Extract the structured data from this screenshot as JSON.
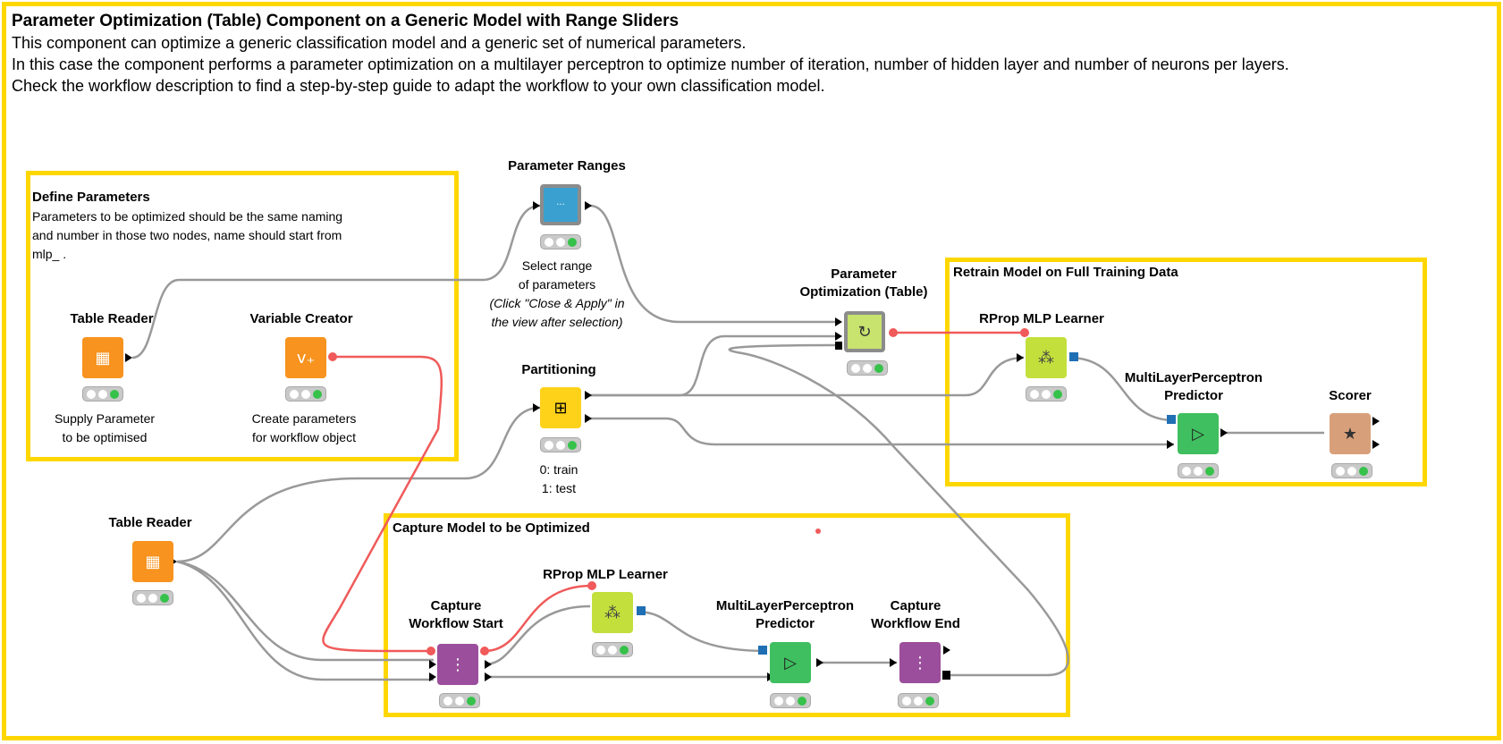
{
  "header": {
    "title": "Parameter Optimization (Table) Component on a Generic Model with Range Sliders",
    "line1": "This component can optimize a generic classification model and a generic set of numerical parameters.",
    "line2": "In this case the component performs a parameter optimization on a multilayer perceptron to optimize number of iteration, number of hidden layer and number of neurons per layers.",
    "line3": "Check the workflow description to find a step-by-step guide to adapt the workflow to your own classification model."
  },
  "annotations": {
    "define": {
      "title": "Define Parameters",
      "text1": "Parameters to be optimized should be the same naming",
      "text2": "and number in those two nodes, name should start from",
      "text3": "mlp_ ."
    },
    "retrain": {
      "title": "Retrain Model on Full Training Data"
    },
    "capture": {
      "title": "Capture Model to be Optimized"
    }
  },
  "nodes": {
    "table_reader_1": {
      "label": "Table Reader",
      "desc1": "Supply  Parameter",
      "desc2": "to be optimised",
      "icon": "table-reader-icon"
    },
    "variable_creator": {
      "label": "Variable Creator",
      "desc1": "Create parameters",
      "desc2": "for workflow object",
      "icon": "variable-creator-icon"
    },
    "parameter_ranges": {
      "label": "Parameter Ranges",
      "desc1": "Select range",
      "desc2": "of parameters",
      "desc3": "(Click \"Close & Apply\" in",
      "desc4": "the view after selection)",
      "icon": "widget-icon"
    },
    "partitioning": {
      "label": "Partitioning",
      "desc1": "0: train",
      "desc2": "1: test",
      "icon": "partitioning-icon"
    },
    "param_opt": {
      "label1": "Parameter",
      "label2": "Optimization (Table)",
      "icon": "loop-icon"
    },
    "rprop_1": {
      "label": "RProp MLP Learner",
      "icon": "neural-net-icon"
    },
    "mlp_predictor_1": {
      "label1": "MultiLayerPerceptron",
      "label2": "Predictor",
      "icon": "predictor-icon"
    },
    "scorer": {
      "label": "Scorer",
      "icon": "scorer-icon"
    },
    "table_reader_2": {
      "label": "Table Reader",
      "icon": "table-reader-icon"
    },
    "capture_start": {
      "label1": "Capture",
      "label2": "Workflow Start",
      "icon": "capture-start-icon"
    },
    "rprop_2": {
      "label": "RProp MLP Learner",
      "icon": "neural-net-icon"
    },
    "mlp_predictor_2": {
      "label1": "MultiLayerPerceptron",
      "label2": "Predictor",
      "icon": "predictor-icon"
    },
    "capture_end": {
      "label1": "Capture",
      "label2": "Workflow End",
      "icon": "capture-end-icon"
    }
  },
  "colors": {
    "annotation_border": "#FFD700",
    "data_wire": "#999999",
    "flow_variable_wire": "#f05a5a",
    "status_ok": "#36c24a"
  }
}
